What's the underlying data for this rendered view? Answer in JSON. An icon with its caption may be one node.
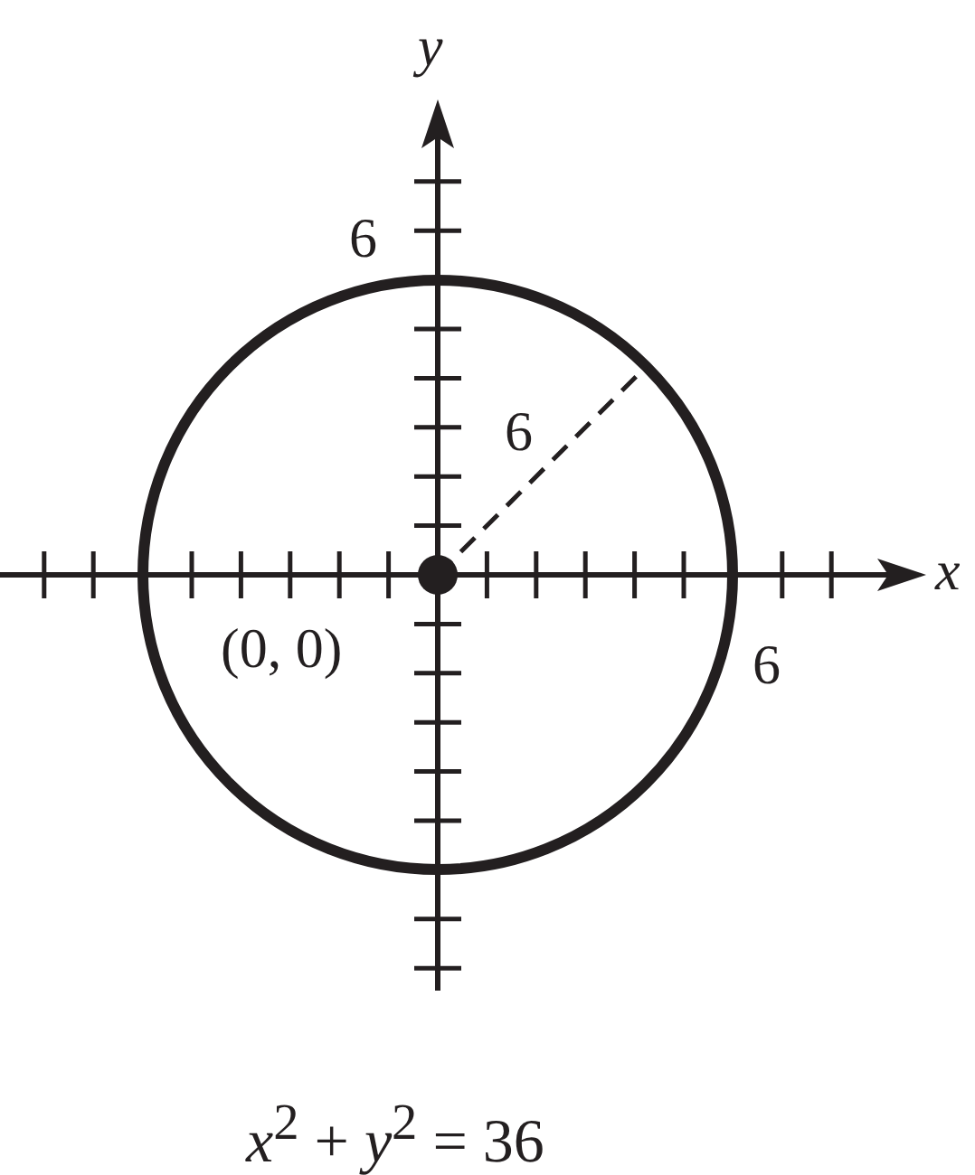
{
  "diagram": {
    "caption": "*x*$^{2}$ + *y*$^{2}$ = 36",
    "labels": [
      "y",
      "6",
      "6",
      "x",
      "(0, 0)",
      "6"
    ]
  }
}
